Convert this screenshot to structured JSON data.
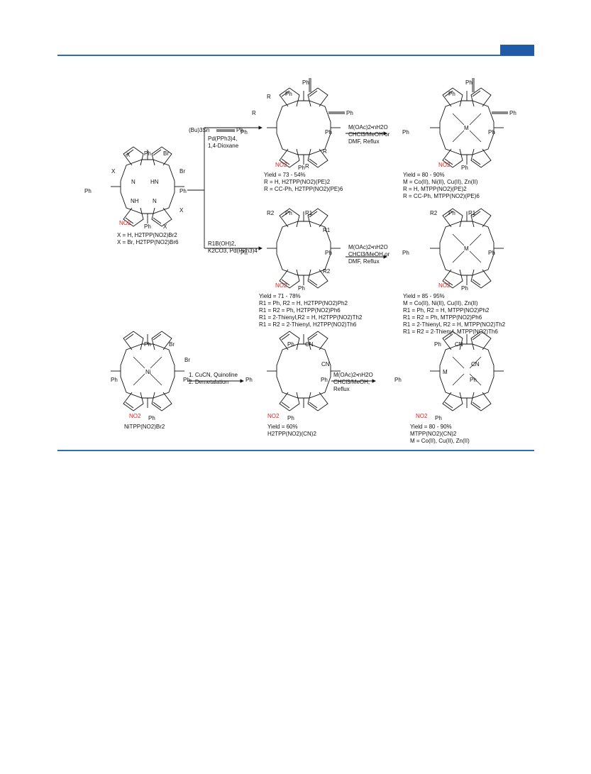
{
  "colors": {
    "accent": "#2f6db6",
    "nitro": "#e02020"
  },
  "common": {
    "ph": "Ph",
    "br": "Br",
    "x": "X",
    "r": "R",
    "r1": "R1",
    "r2": "R2",
    "cn": "CN",
    "nh": "NH",
    "hn": "HN",
    "n": "N",
    "m": "M",
    "ni": "Ni",
    "no2": "NO2"
  },
  "row1": {
    "start_legend": [
      "X = H, H2TPP(NO2)Br2",
      "X = Br, H2TPP(NO2)Br6"
    ],
    "reagent_top": "(Bu)3Sn",
    "reagent_top_ph": "Ph",
    "reagent_cond": [
      "Pd(PPh3)4,",
      "1,4-Dioxane"
    ],
    "reagent_bottom": [
      "R1B(OH)2,",
      "K2CO3, Pd(PPh3)4"
    ],
    "prod_a_legend": [
      "Yield = 73 - 54%",
      "R = H, H2TPP(NO2)(PE)2",
      "R = CC-Ph, H2TPP(NO2)(PE)6"
    ],
    "metal_a_cond": [
      "M(OAc)2•nH2O",
      "CHCl3/MeOH or",
      "DMF, Reflux"
    ],
    "metal_a_legend": [
      "Yield = 80 - 90%",
      "M = Co(II), Ni(II), Cu(II), Zn(II)",
      "R = H, MTPP(NO2)(PE)2",
      "R = CC-Ph, MTPP(NO2)(PE)6"
    ]
  },
  "row2": {
    "prod_b_legend": [
      "Yield = 71 - 78%",
      "R1 = Ph, R2 = H, H2TPP(NO2)Ph2",
      "R1 = R2 = Ph, H2TPP(NO2)Ph6",
      "R1 = 2-Thienyl,R2 = H, H2TPP(NO2)Th2",
      "R1 = R2 = 2-Thienyl, H2TPP(NO2)Th6"
    ],
    "metal_b_cond": [
      "M(OAc)2•nH2O",
      "CHCl3/MeOH or",
      "DMF, Reflux"
    ],
    "metal_b_legend": [
      "Yield = 85 - 95%",
      "M = Co(II), Ni(II), Cu(II), Zn(II)",
      "R1 = Ph, R2 = H, MTPP(NO2)Ph2",
      "R1 = R2 = Ph, MTPP(NO2)Ph6",
      "R1 = 2-Thienyl, R2 = H, MTPP(NO2)Th2",
      "R1 = R2 = 2-Thienyl, MTPP(NO2)Th6"
    ]
  },
  "row3": {
    "start_label": "NiTPP(NO2)Br2",
    "step_cond": [
      "1. CuCN, Quinoline",
      "2. Demetalation"
    ],
    "prod_c_legend": [
      "Yield = 60%",
      "H2TPP(NO2)(CN)2"
    ],
    "metal_c_cond": [
      "M(OAc)2•nH2O",
      "CHCl3/MeOH,",
      "Reflux"
    ],
    "metal_c_legend": [
      "Yield = 80 - 90%",
      "MTPP(NO2)(CN)2",
      "M = Co(II), Cu(II), Zn(II)"
    ]
  }
}
